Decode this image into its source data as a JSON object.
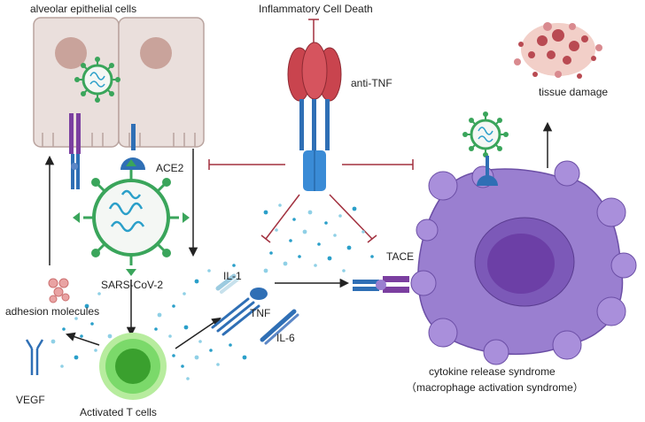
{
  "labels": {
    "alveolar_cells": "alveolar epithelial cells",
    "inflammatory_death": "Inflammatory Cell Death",
    "anti_tnf": "anti-TNF",
    "tissue_damage": "tissue damage",
    "ace2": "ACE2",
    "sars": "SARS-CoV-2",
    "adhesion": "adhesion molecules",
    "il1": "IL-1",
    "tnf": "TNF",
    "il6": "IL-6",
    "tace": "TACE",
    "vegf": "VEGF",
    "t_cells": "Activated T cells",
    "crs_line1": "cytokine  release syndrome",
    "crs_line2": "（macrophage activation syndrome）"
  },
  "colors": {
    "epithelial_fill": "#eadfdc",
    "nucleus": "#c9a39b",
    "virus_green": "#3aa55b",
    "receptor_blue": "#2f6fb5",
    "antibody_red": "#c9444e",
    "inhibit_red": "#a2313f",
    "macrophage": "#9a7fd0",
    "macrophage_nucleus": "#6c3fa6",
    "t_cell": "#7bd96a",
    "cytokine_dot": "#2a9fc9",
    "purple_receptor": "#7b3fa0"
  },
  "icons": [
    "virus-icon",
    "antibody-icon",
    "ace2-receptor-icon",
    "t-cell-icon",
    "macrophage-icon",
    "tissue-damage-icon",
    "cytokine-dots-icon",
    "vegf-receptor-icon",
    "adhesion-molecule-icon"
  ]
}
